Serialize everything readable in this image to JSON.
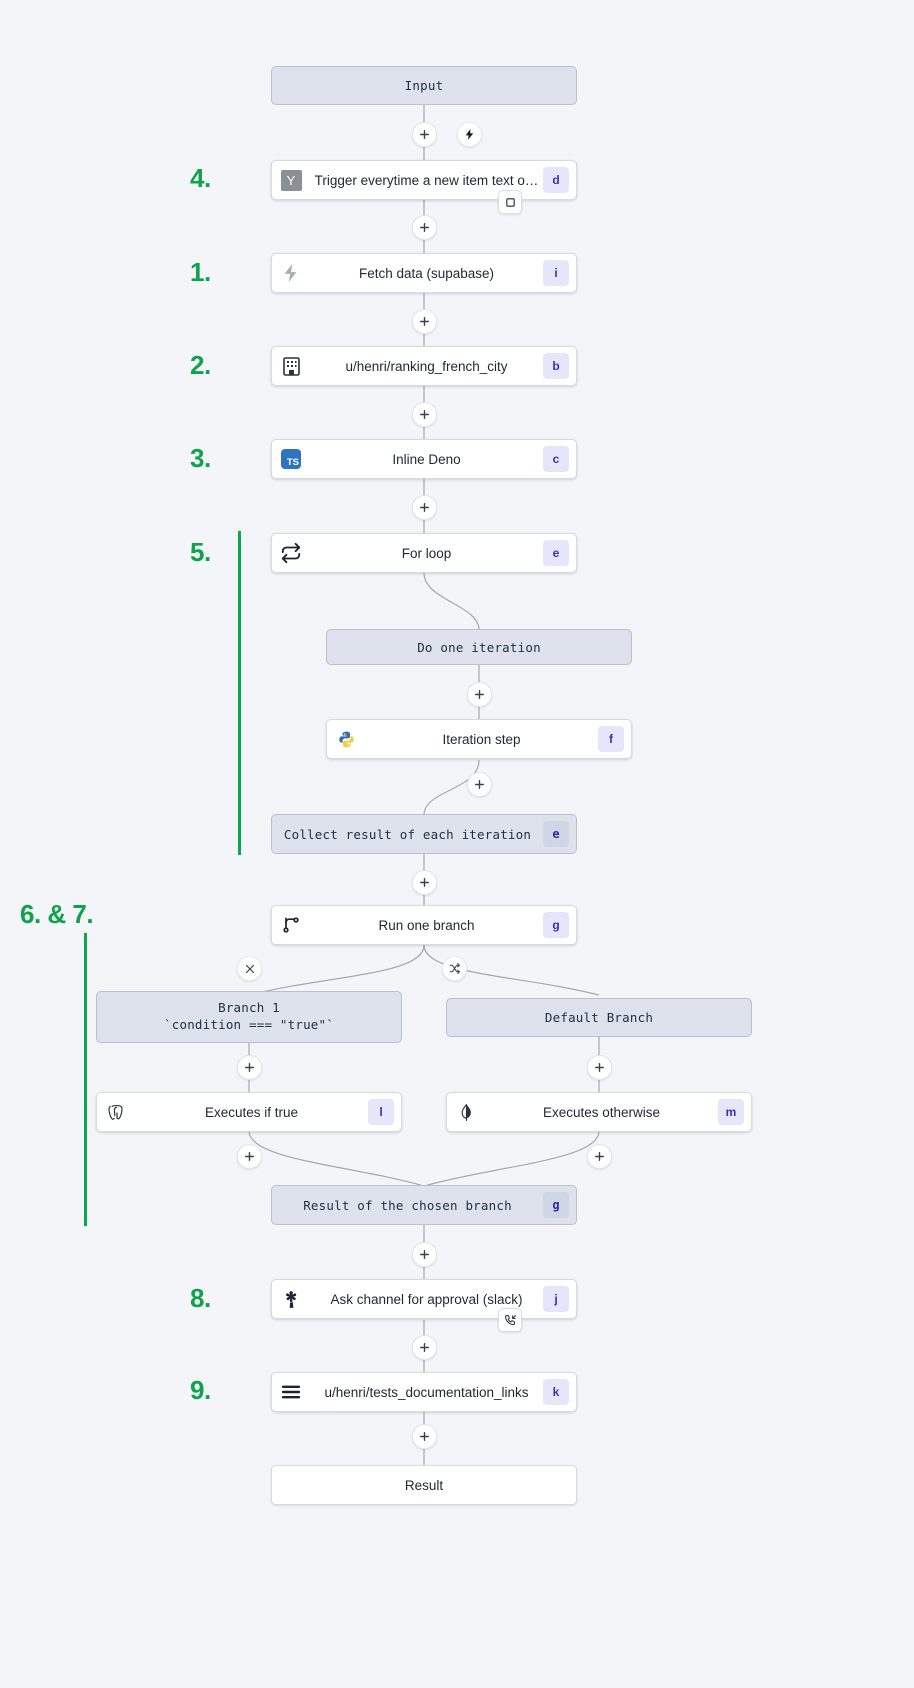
{
  "canvas": {
    "background": "#f3f5f9",
    "accent_green": "#0ba84d",
    "badge_bg": "#e6e6fb",
    "badge_fg": "#3b32ad",
    "system_node_bg": "#dde2ec",
    "module_node_bg": "#ffffff"
  },
  "nodes": {
    "input": {
      "label": "Input",
      "kind": "system"
    },
    "trigger": {
      "label": "Trigger everytime a new item text o…",
      "badge": "d",
      "icon": "y-combinator-icon",
      "kind": "module"
    },
    "fetch_data": {
      "label": "Fetch data (supabase)",
      "badge": "i",
      "icon": "supabase-bolt-icon",
      "kind": "module"
    },
    "ranking_french_city": {
      "label": "u/henri/ranking_french_city",
      "badge": "b",
      "icon": "building-icon",
      "kind": "module"
    },
    "inline_deno": {
      "label": "Inline Deno",
      "badge": "c",
      "icon": "typescript-icon",
      "kind": "module"
    },
    "for_loop": {
      "label": "For loop",
      "badge": "e",
      "icon": "loop-arrows-icon",
      "kind": "module"
    },
    "do_one_iteration": {
      "label": "Do one iteration",
      "kind": "system"
    },
    "iteration_step": {
      "label": "Iteration step",
      "badge": "f",
      "icon": "python-icon",
      "kind": "module"
    },
    "collect_result": {
      "label": "Collect result of each iteration",
      "badge": "e",
      "kind": "system"
    },
    "run_one_branch": {
      "label": "Run one branch",
      "badge": "g",
      "icon": "git-branch-icon",
      "kind": "module"
    },
    "branch_1": {
      "label_line1": "Branch 1",
      "label_line2": "`condition === \"true\"`",
      "kind": "system"
    },
    "default_branch": {
      "label": "Default Branch",
      "kind": "system"
    },
    "executes_if_true": {
      "label": "Executes if true",
      "badge": "l",
      "icon": "postgresql-icon",
      "kind": "module"
    },
    "executes_otherwise": {
      "label": "Executes otherwise",
      "badge": "m",
      "icon": "mongodb-icon",
      "kind": "module"
    },
    "result_of_chosen_branch": {
      "label": "Result of the chosen branch",
      "badge": "g",
      "kind": "system"
    },
    "ask_channel_approval": {
      "label": "Ask channel for approval (slack)",
      "badge": "j",
      "icon": "asterisk-gear-icon",
      "kind": "module"
    },
    "tests_documentation_links": {
      "label": "u/henri/tests_documentation_links",
      "badge": "k",
      "icon": "hamburger-lines-icon",
      "kind": "module"
    },
    "result": {
      "label": "Result",
      "kind": "plain"
    }
  },
  "annotations": {
    "steps": [
      {
        "id": "step-4",
        "text": "4."
      },
      {
        "id": "step-1",
        "text": "1."
      },
      {
        "id": "step-2",
        "text": "2."
      },
      {
        "id": "step-3",
        "text": "3."
      },
      {
        "id": "step-5",
        "text": "5."
      },
      {
        "id": "step-6-7",
        "text": "6. & 7."
      },
      {
        "id": "step-8",
        "text": "8."
      },
      {
        "id": "step-9",
        "text": "9."
      }
    ]
  },
  "controls": {
    "add_step_label": "+",
    "trigger_bolt_label": "bolt-icon",
    "remove_branch_label": "close-icon",
    "shuffle_branches_label": "shuffle-icon",
    "trigger_toggle_label": "square-icon",
    "approval_callback_label": "phone-callback-icon"
  }
}
